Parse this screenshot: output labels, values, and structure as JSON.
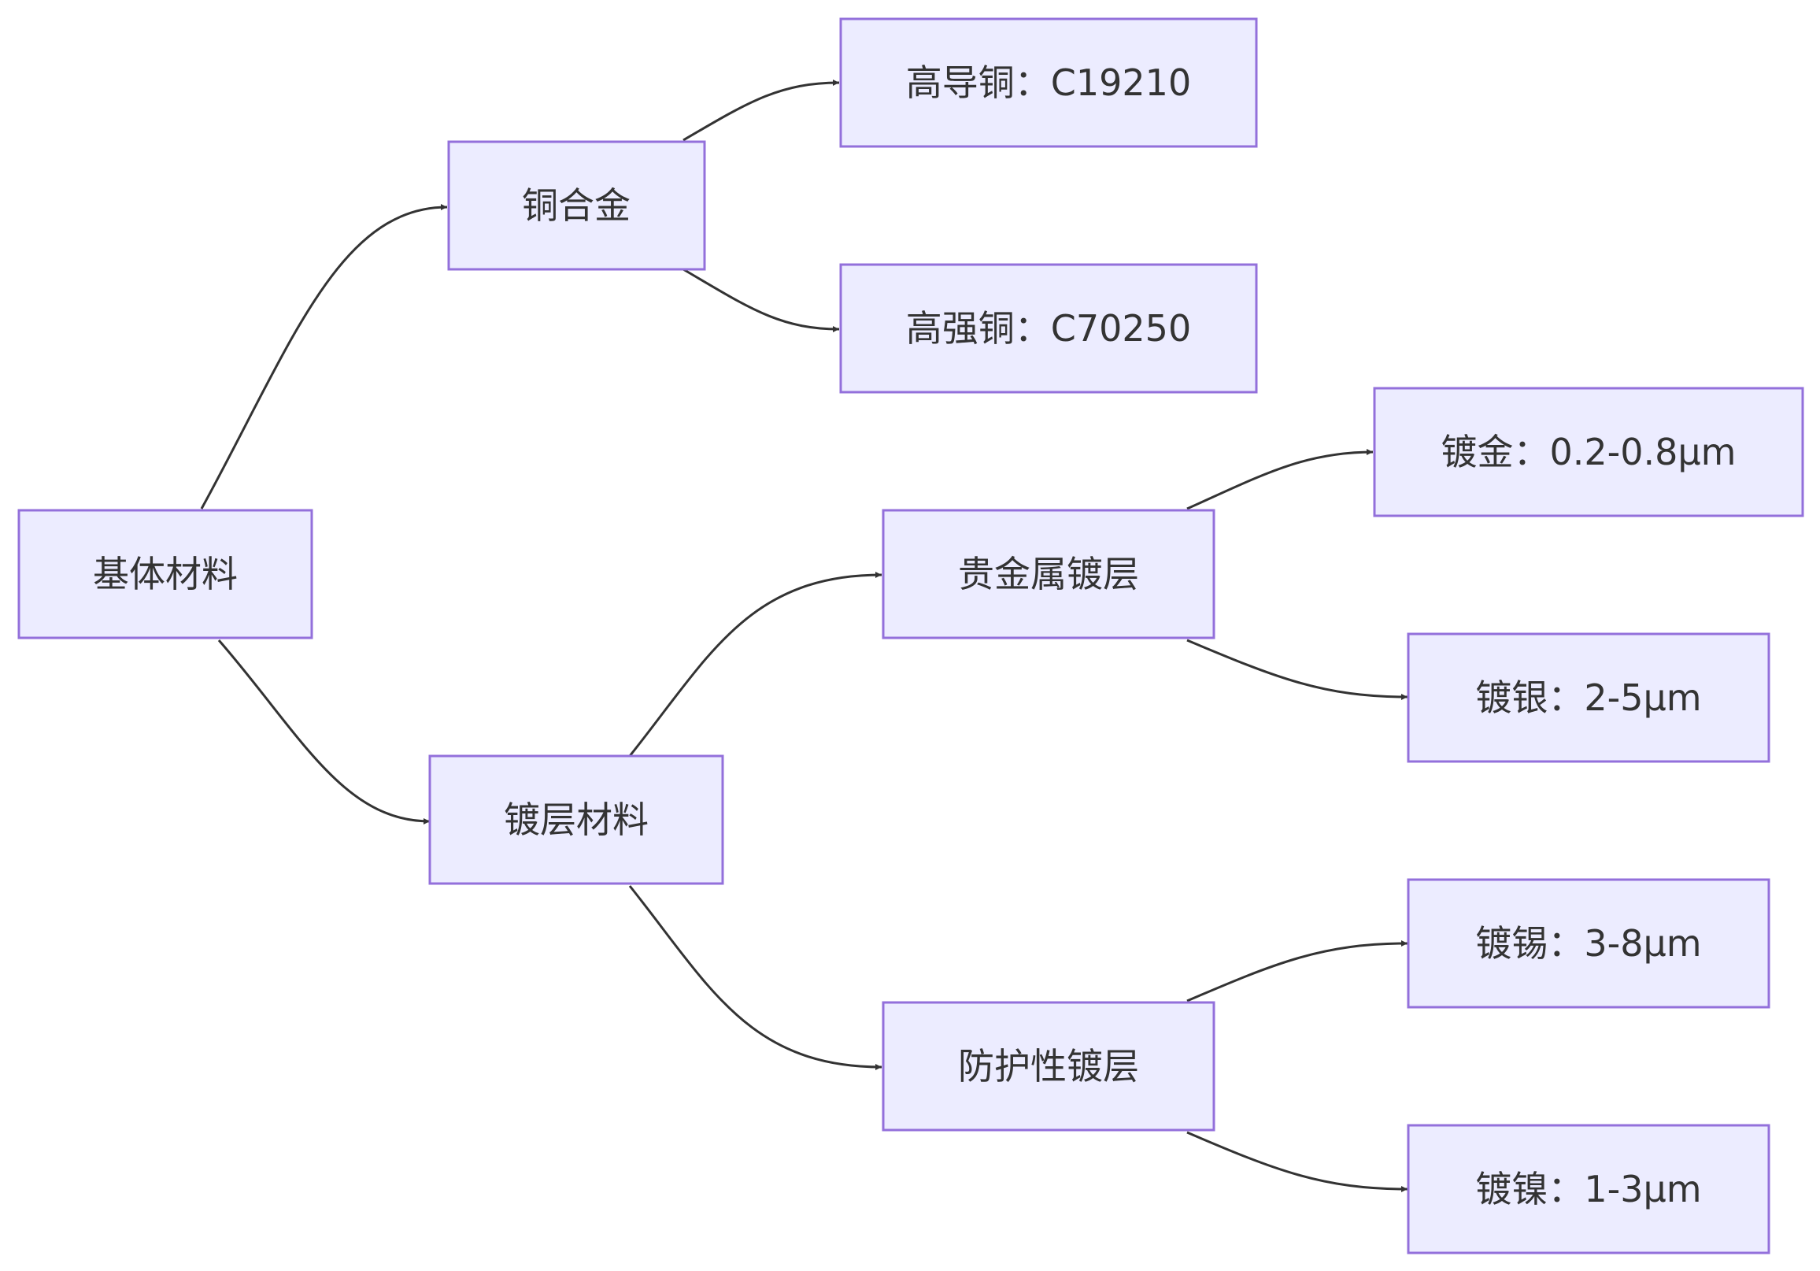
{
  "diagram": {
    "type": "flowchart",
    "direction": "left-to-right",
    "colors": {
      "node_fill": "#ECECFF",
      "node_border": "#9370DB",
      "text": "#333333",
      "edge": "#333333",
      "background": "#FFFFFF"
    },
    "nodes": {
      "base": {
        "label": "基体材料"
      },
      "copper_alloy": {
        "label": "铜合金"
      },
      "plating": {
        "label": "镀层材料"
      },
      "high_cond": {
        "label": "高导铜：C19210"
      },
      "high_strength": {
        "label": "高强铜：C70250"
      },
      "precious": {
        "label": "贵金属镀层"
      },
      "protective": {
        "label": "防护性镀层"
      },
      "gold": {
        "label": "镀金：0.2-0.8μm"
      },
      "silver": {
        "label": "镀银：2-5μm"
      },
      "tin": {
        "label": "镀锡：3-8μm"
      },
      "nickel": {
        "label": "镀镍：1-3μm"
      }
    },
    "edges": [
      {
        "from": "base",
        "to": "copper_alloy"
      },
      {
        "from": "base",
        "to": "plating"
      },
      {
        "from": "copper_alloy",
        "to": "high_cond"
      },
      {
        "from": "copper_alloy",
        "to": "high_strength"
      },
      {
        "from": "plating",
        "to": "precious"
      },
      {
        "from": "plating",
        "to": "protective"
      },
      {
        "from": "precious",
        "to": "gold"
      },
      {
        "from": "precious",
        "to": "silver"
      },
      {
        "from": "protective",
        "to": "tin"
      },
      {
        "from": "protective",
        "to": "nickel"
      }
    ]
  }
}
